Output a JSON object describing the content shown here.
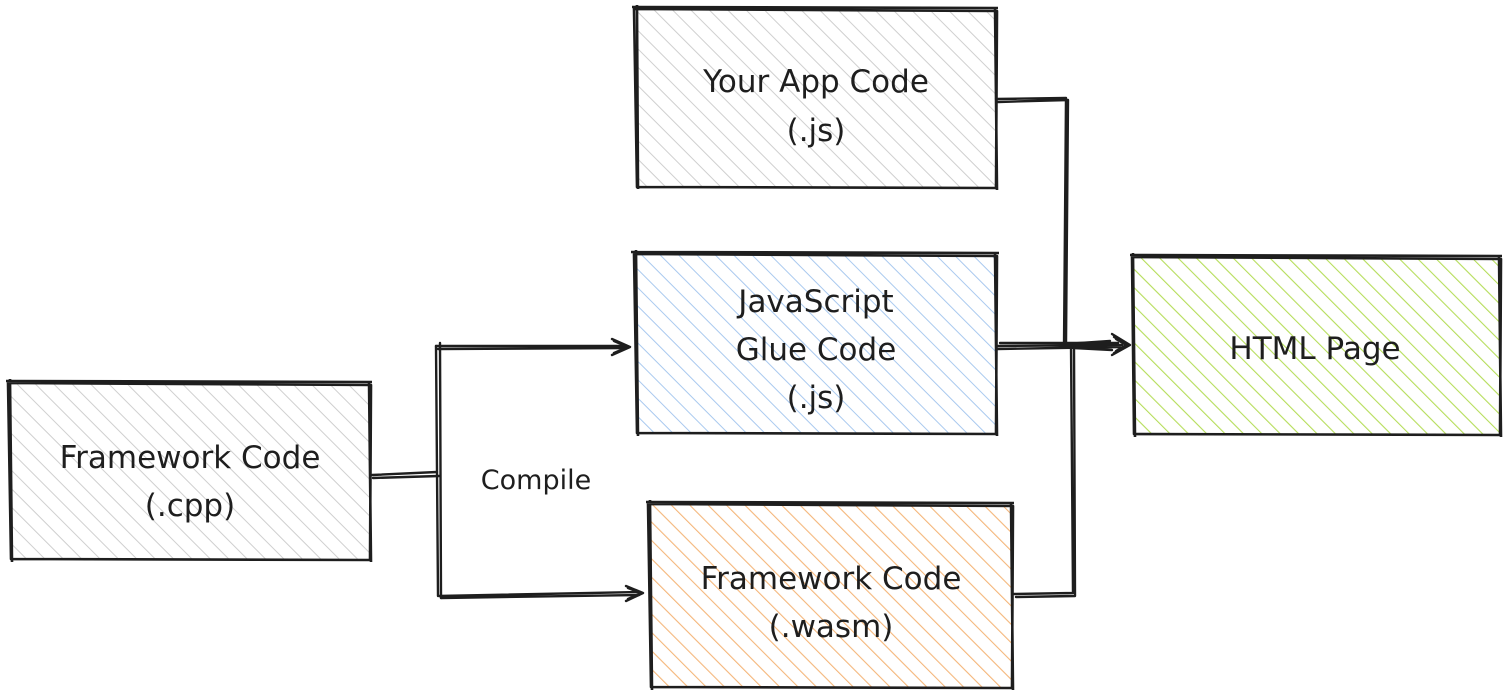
{
  "nodes": {
    "app_code": {
      "line1": "Your App Code",
      "line2": "(.js)",
      "fill": "#e6e6e6"
    },
    "glue_code": {
      "line1": "JavaScript",
      "line2": "Glue Code",
      "line3": "(.js)",
      "fill": "#a5c8f0"
    },
    "html_page": {
      "line1": "HTML Page",
      "fill": "#b2dd4f"
    },
    "framework_cpp": {
      "line1": "Framework Code",
      "line2": "(.cpp)",
      "fill": "#e6e6e6"
    },
    "framework_wasm": {
      "line1": "Framework Code",
      "line2": "(.wasm)",
      "fill": "#f5b97a"
    }
  },
  "edges": {
    "compile_label": "Compile"
  },
  "colors": {
    "stroke": "#1e1e1e"
  }
}
